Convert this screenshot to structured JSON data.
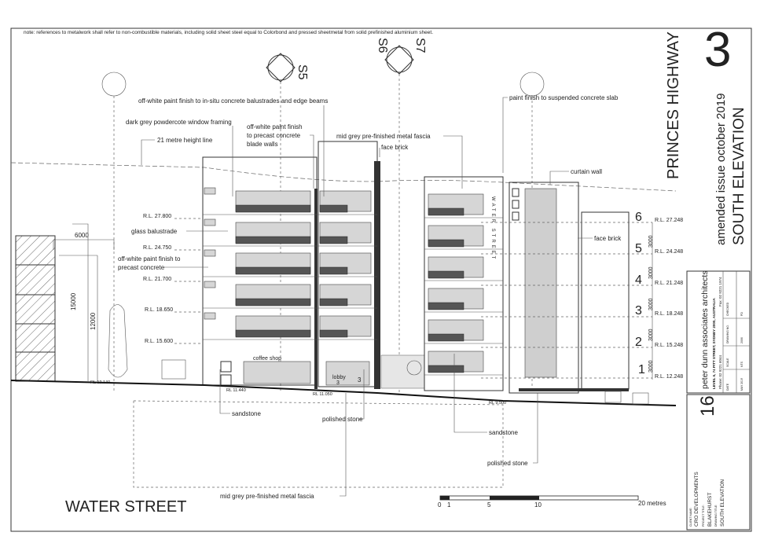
{
  "note": "note: references to metalwork shall refer to non-combustible materials, including solid sheet steel equal to Colorbond and pressed sheetmetal from solid prefinished aluminium sheet.",
  "sheet_number": "3",
  "street_top": "PRINCES HIGHWAY",
  "issue": "amended issue october 2019",
  "drawing_name": "SOUTH ELEVATION",
  "street_bottom": "WATER STREET",
  "water_street_vertical": "WATER STREET",
  "section_markers": [
    "S5",
    "S6",
    "S7"
  ],
  "annotations": {
    "balustrades": "off-white paint finish to in-situ concrete balustrades and edge beams",
    "window_framing": "dark grey powdercote window framing",
    "blade_walls_1": "off-white paint finish",
    "blade_walls_2": "to precast concrete",
    "blade_walls_3": "blade walls",
    "height_line": "21 metre height line",
    "metal_fascia": "mid grey pre-finished metal fascia",
    "face_brick_top": "face brick",
    "suspended_slab": "paint finish to suspended concrete slab",
    "curtain_wall": "curtain wall",
    "face_brick_right": "face brick",
    "glass_balustrade": "glass balustrade",
    "precast_1": "off-white paint finish to",
    "precast_2": "precast concrete",
    "sandstone_left": "sandstone",
    "polished_stone_mid": "polished stone",
    "sandstone_right": "sandstone",
    "polished_stone_low": "polished stone",
    "metal_fascia_low": "mid grey pre-finished metal fascia",
    "coffee_shop": "coffee shop",
    "lobby": "lobby",
    "lobby_num": "3",
    "lobby_sign_num": "3"
  },
  "dimensions": {
    "width_6000": "6000",
    "h_15000": "15000",
    "h_12000": "12000"
  },
  "left_levels": [
    "R.L. 27.800",
    "R.L. 24.750",
    "R.L. 21.700",
    "R.L. 18.650",
    "R.L. 15.600"
  ],
  "ground_levels": [
    "RL 12.140",
    "RL 11.440",
    "RL 11.050",
    "RL 9.500"
  ],
  "floors": [
    {
      "num": "6",
      "rl": "R.L. 27.248"
    },
    {
      "num": "5",
      "rl": "R.L. 24.248",
      "dim": "3000"
    },
    {
      "num": "4",
      "rl": "R.L. 21.248",
      "dim": "3000"
    },
    {
      "num": "3",
      "rl": "R.L. 18.248",
      "dim": "3000"
    },
    {
      "num": "2",
      "rl": "R.L. 15.248",
      "dim": "3000"
    },
    {
      "num": "1",
      "rl": "R.L. 12.248",
      "dim": "3000"
    }
  ],
  "scale_bar": {
    "labels": [
      "0",
      "1",
      "5",
      "10",
      "20 metres"
    ]
  },
  "title_block": {
    "drawing_no_big": "16",
    "architect": "peter dunn associates architects",
    "address": "LEVEL 6, 74 PITT STREET, SYDNEY 2000, AUSTRALIA",
    "phone": "Phone: 02 9221 6044",
    "fax": "Fax: 02 9221 1974",
    "date_label": "DATE",
    "date": "MAY 2019",
    "scale_label": "SCALE",
    "scale": "NTS",
    "drawing_no_label": "DRAWING NO.",
    "drawing_no": "2066",
    "checked_label": "CHECKED",
    "checked": "PD",
    "client_label": "CLIENT NAME:",
    "client": "CRO DEVELOPMENTS",
    "project_label": "PROJECT TITLE:",
    "project": "BLAKEHURST",
    "title_label": "DRAWING TITLE:",
    "title": "SOUTH ELEVATION"
  }
}
